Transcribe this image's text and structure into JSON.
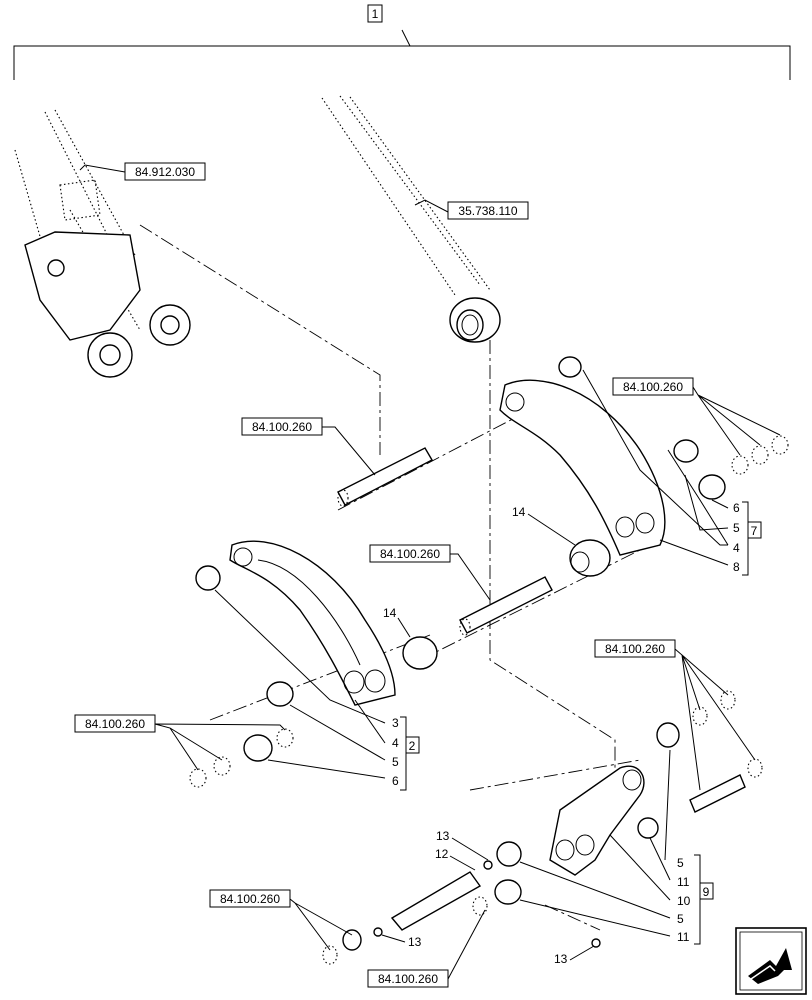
{
  "diagram": {
    "assembly_index": "1",
    "refs": {
      "r1": "84.912.030",
      "r2": "35.738.110",
      "r3": "84.100.260",
      "r4": "84.100.260",
      "r5": "84.100.260",
      "r6": "84.100.260",
      "r7": "84.100.260",
      "r8": "84.100.260",
      "r9": "84.100.260"
    },
    "group_7": {
      "box": "7",
      "items": [
        "6",
        "5",
        "4",
        "8"
      ]
    },
    "group_2": {
      "box": "2",
      "items": [
        "3",
        "4",
        "5",
        "6"
      ]
    },
    "group_9": {
      "box": "9",
      "items": [
        "5",
        "11",
        "10",
        "5",
        "11"
      ]
    },
    "callouts": {
      "c14a": "14",
      "c14b": "14",
      "c13a": "13",
      "c12": "12",
      "c13b": "13",
      "c13c": "13"
    }
  }
}
